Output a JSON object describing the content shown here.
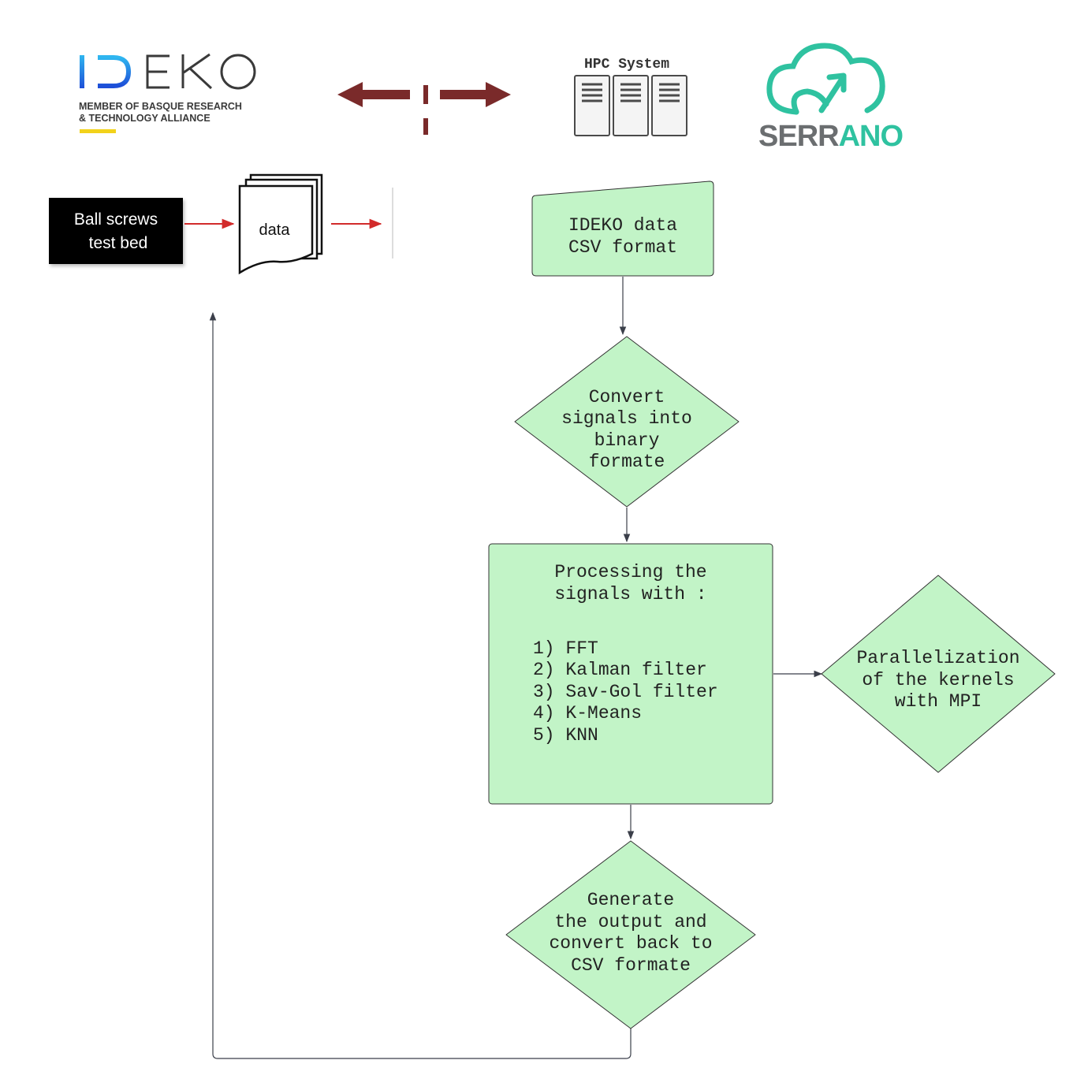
{
  "logos": {
    "ideko": {
      "wordmark": "IDEKO",
      "tagline_line1": "MEMBER OF BASQUE RESEARCH",
      "tagline_line2": "& TECHNOLOGY ALLIANCE",
      "colors": {
        "gradient_start": "#1e4fd8",
        "gradient_end": "#2fb6f0",
        "text": "#3a3a3a",
        "underline": "#f2d21b"
      }
    },
    "serrano": {
      "wordmark_dark": "SERR",
      "wordmark_accent": "ANO",
      "colors": {
        "dark": "#6b6e70",
        "accent": "#2fc2a0"
      }
    }
  },
  "hpc": {
    "title": "HPC System",
    "icon": "server-rack-icon"
  },
  "data_exchange_arrow": {
    "icon": "bidirectional-arrow-icon",
    "color": "#7a2a2a"
  },
  "pipeline": {
    "test_bed_label_line1": "Ball screws",
    "test_bed_label_line2": "test bed",
    "data_label": "data",
    "arrow_color": "#d22b2b"
  },
  "flow": {
    "node1": {
      "lines": [
        "IDEKO data",
        "CSV format"
      ]
    },
    "node2": {
      "lines": [
        "Convert",
        "signals into",
        "binary",
        "formate"
      ]
    },
    "node3": {
      "title_lines": [
        "Processing the",
        "signals with :"
      ],
      "items": [
        "1) FFT",
        "2) Kalman filter",
        "3) Sav-Gol filter",
        "4) K-Means",
        "5) KNN"
      ]
    },
    "node4": {
      "lines": [
        "Parallelization",
        "of the kernels",
        "with MPI"
      ]
    },
    "node5": {
      "lines": [
        "Generate",
        "the output and",
        "convert back to",
        "CSV formate"
      ]
    },
    "colors": {
      "fill": "#c2f4c7",
      "stroke": "#333333",
      "connector": "#3b3f4a"
    }
  }
}
